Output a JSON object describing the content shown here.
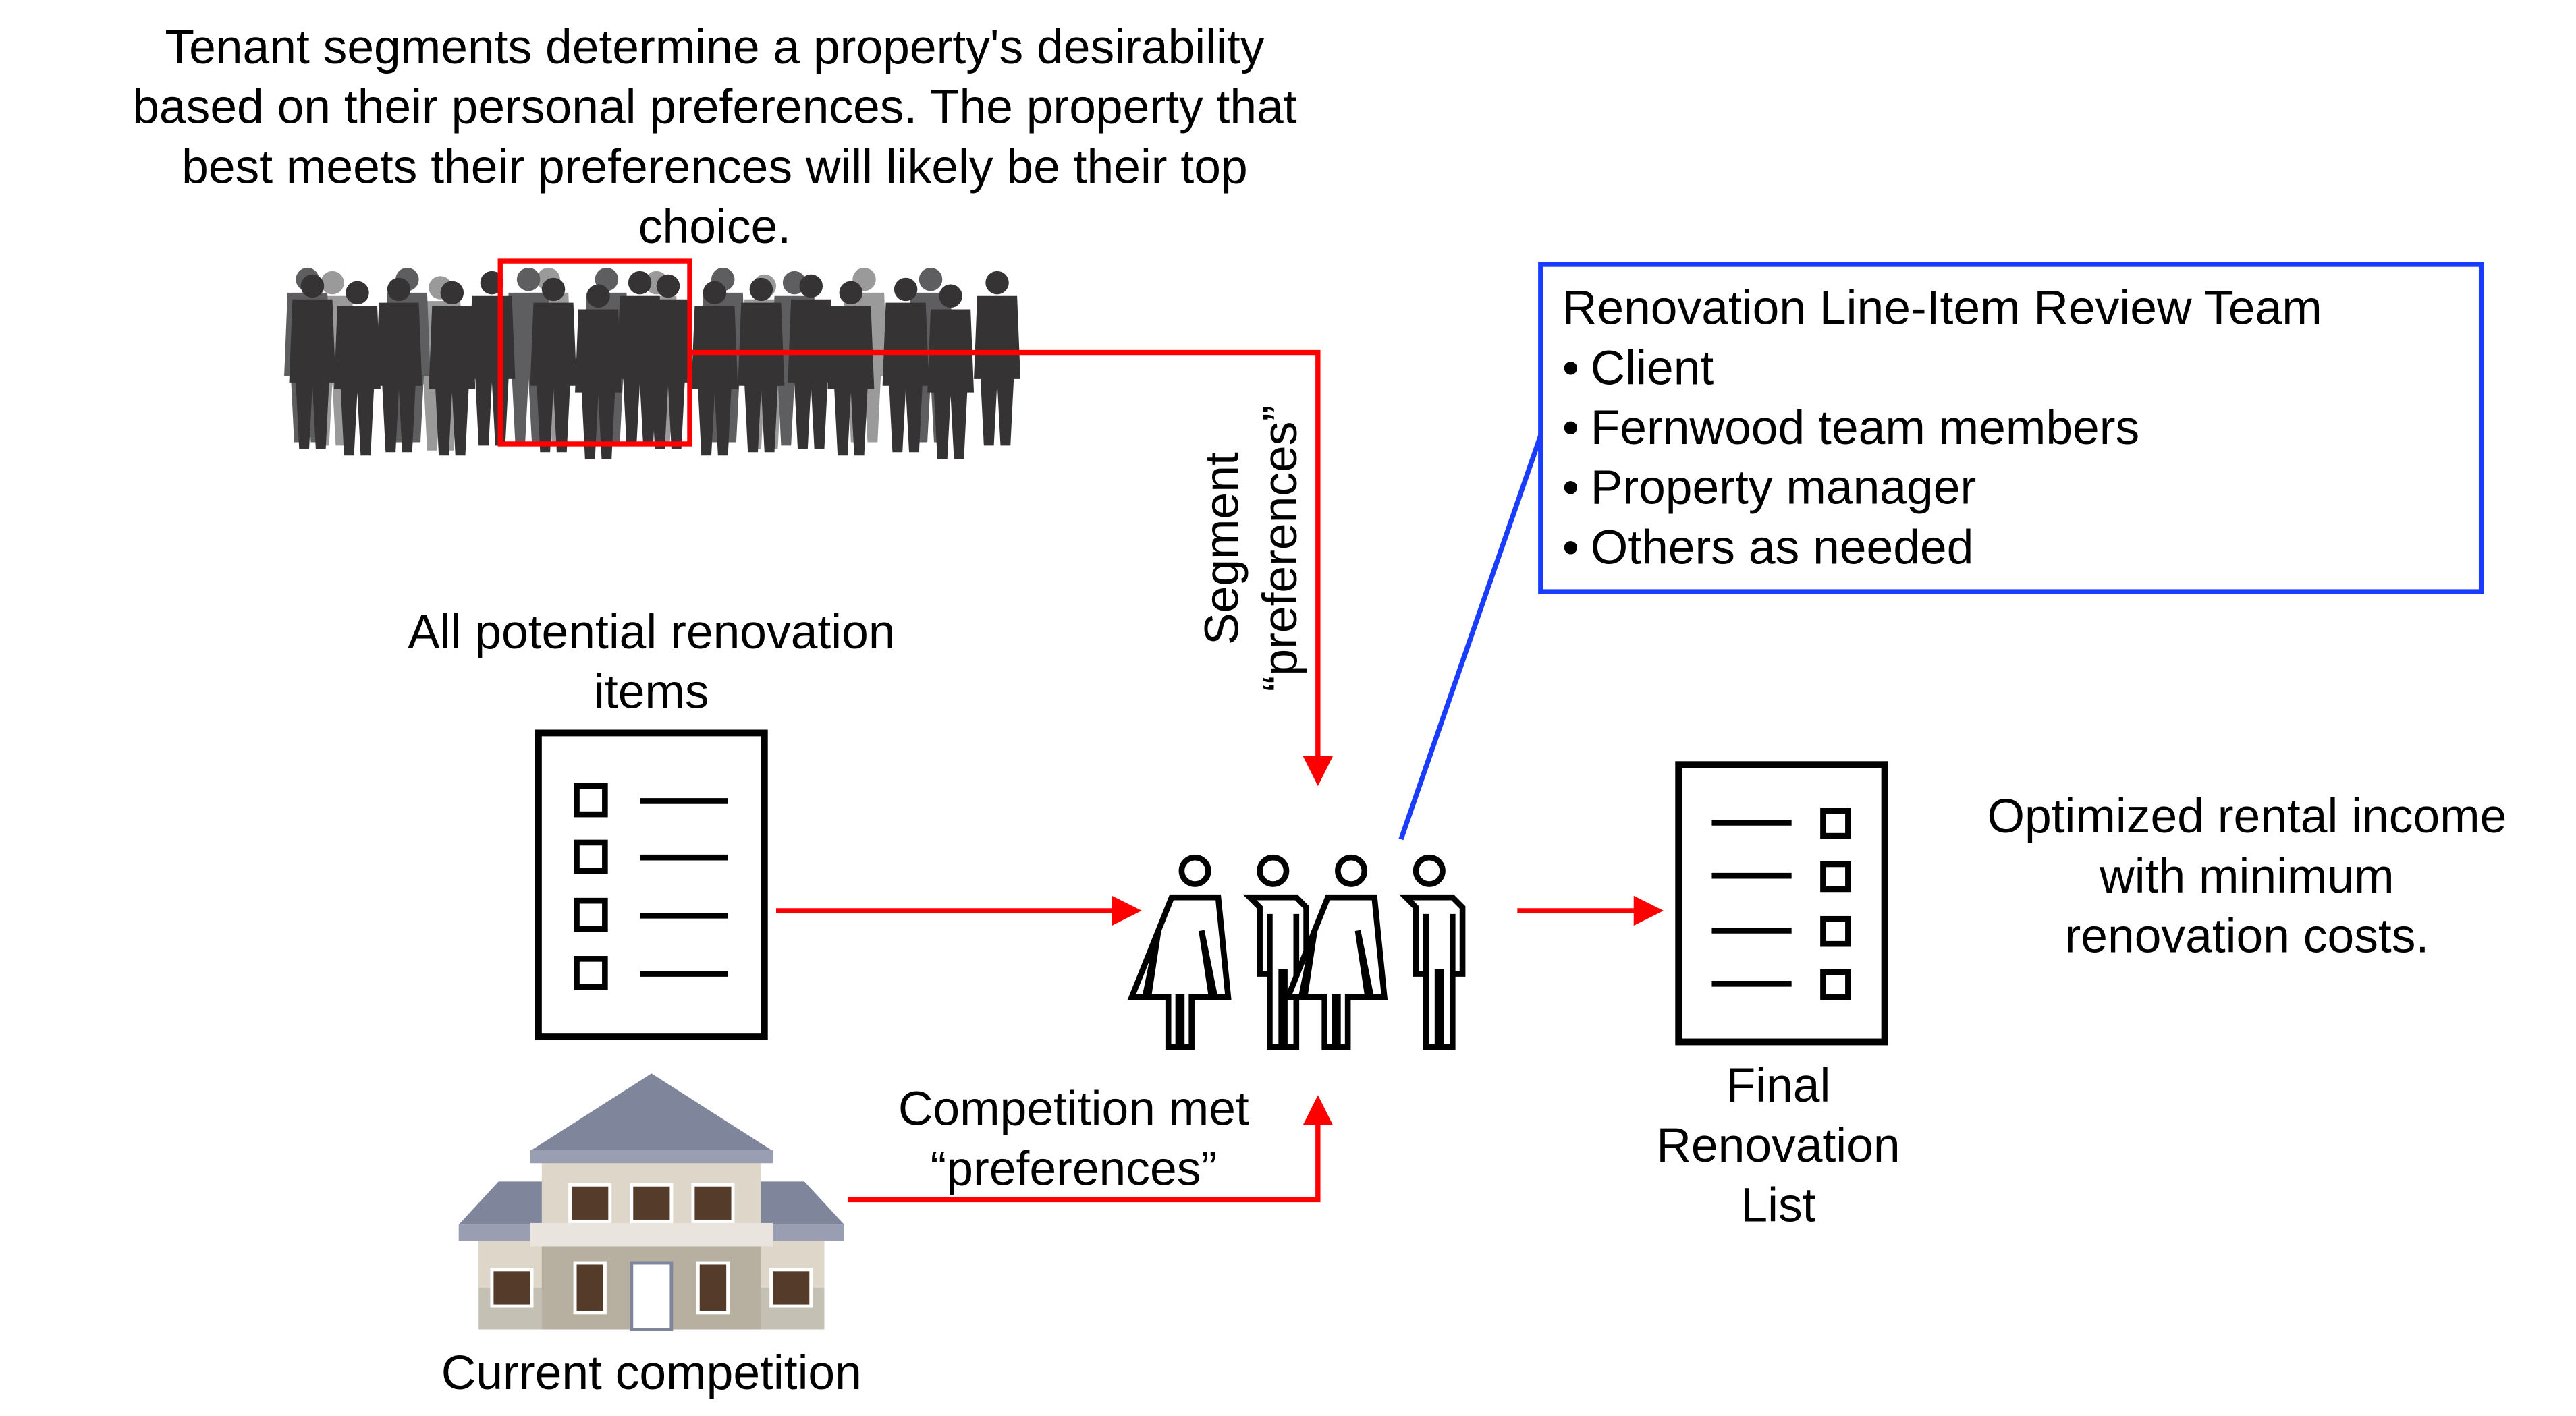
{
  "intro_text": [
    "Tenant segments determine a property's desirability",
    "based on their personal preferences. The property that",
    "best meets their preferences will likely be their top",
    "choice."
  ],
  "segment_label": [
    "Segment",
    "“preferences”"
  ],
  "review_team": {
    "title": "Renovation Line-Item Review Team",
    "items": [
      "Client",
      "Fernwood team members",
      "Property manager",
      "Others as needed"
    ],
    "bullet": "•"
  },
  "all_items_label": [
    "All potential renovation",
    "items"
  ],
  "competition_met_label": [
    "Competition met",
    "“preferences”"
  ],
  "final_list_label": [
    "Final",
    "Renovation",
    "List"
  ],
  "outcome_label": [
    "Optimized rental income",
    "with minimum",
    "renovation costs."
  ],
  "current_competition_label": "Current competition",
  "colors": {
    "arrow": "#ff0000",
    "team_box": "#1a3cff",
    "silhouette": "#353334",
    "roof": "#7f869b",
    "wall": "#ddd6c9",
    "window": "#553b29"
  }
}
